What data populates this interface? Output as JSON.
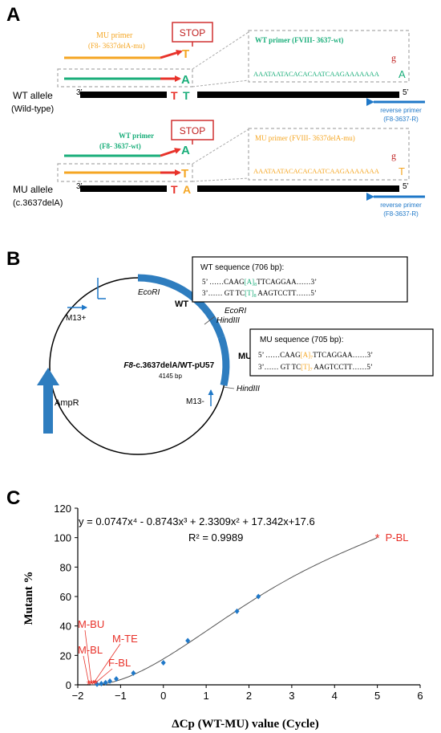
{
  "panelA": {
    "label": "A",
    "top": {
      "mu_primer_name": "MU primer",
      "mu_primer_code": "(F8- 3637delA-mu)",
      "stop": "STOP",
      "mu_primer_end": "T",
      "wt_box_title": "WT primer (FVIII- 3637-wt)",
      "wt_box_seq": "AAATAATACACACAATCAAGAAAAAAA",
      "wt_box_end": "A",
      "mismatch_g": "g",
      "wt_primer_end": "A",
      "allele_bases": [
        "T",
        "T"
      ],
      "end3": "3’",
      "end5": "5’",
      "allele_name": "WT allele",
      "allele_sub": "(Wild-type)",
      "reverse": "reverse primer",
      "reverse_code": "(F8-3637-R)"
    },
    "bottom": {
      "wt_primer_name": "WT primer",
      "wt_primer_code": "(F8- 3637-wt)",
      "stop": "STOP",
      "wt_primer_end": "A",
      "mu_box_title": "MU primer (FVIII- 3637delA-mu)",
      "mu_box_seq": "AAATAATACACACAATCAAGAAAAAAA",
      "mu_box_end": "T",
      "mismatch_g": "g",
      "mu_primer_end": "T",
      "allele_bases": [
        "T",
        "A"
      ],
      "end3": "3’",
      "end5": "5’",
      "allele_name": "MU allele",
      "allele_sub": "(c.3637delA)",
      "reverse": "reverse primer",
      "reverse_code": "(F8-3637-R)"
    }
  },
  "panelB": {
    "label": "B",
    "wt_title": "WT sequence (706 bp):",
    "wt_line1_pre": "5’ ……CAAG",
    "wt_line1_mid": "[A]",
    "wt_line1_sub": "8",
    "wt_line1_post": "TTCAGGAA……3’",
    "wt_line2_pre": "3’……  GT TC",
    "wt_line2_mid": "[T]",
    "wt_line2_sub": "8",
    "wt_line2_post": " AAGTCCTT……5’",
    "mu_title": "MU sequence (705 bp):",
    "mu_line1_pre": "5’ ……CAAG",
    "mu_line1_mid": "[A]",
    "mu_line1_sub": "7",
    "mu_line1_post": "TTCAGGAA……3’",
    "mu_line2_pre": "3’……  GT TC",
    "mu_line2_mid": "[T]",
    "mu_line2_sub": "7",
    "mu_line2_post": " AAGTCCTT……5’",
    "ecori1": "EcoRI",
    "ecori2": "EcoRI",
    "hindiii1": "HindIII",
    "hindiii2": "HindIII",
    "wt_label": "WT",
    "mu_label": "MU",
    "m13plus": "M13+",
    "m13minus": "M13-",
    "ampr": "AmpR",
    "plasmid_f8": "F8",
    "plasmid_rest": "-c.3637delA/WT-pU57",
    "plasmid_size": "4145 bp"
  },
  "panelC": {
    "label": "C",
    "equation": "y = 0.0747x⁴ - 0.8743x³ + 2.3309x² + 17.342x+17.6",
    "r2": "R² = 0.9989",
    "xlabel": "ΔCp (WT-MU) value (Cycle)",
    "ylabel": "Mutant  %",
    "point_labels": [
      "P-BL",
      "M-BU",
      "M-TE",
      "M-BL",
      "F-BL"
    ]
  },
  "colors": {
    "red": "#e8322a",
    "orange": "#f5a623",
    "green": "#1aae7a",
    "blue": "#1f78c8",
    "plasmid_blue": "#2e7dbf",
    "box_grey": "#aaaaaa"
  },
  "chart_data": {
    "type": "scatter",
    "title": "",
    "xlabel": "ΔCp (WT-MU) value (Cycle)",
    "ylabel": "Mutant  %",
    "xlim": [
      -2,
      6
    ],
    "ylim": [
      0,
      120
    ],
    "xticks": [
      -2,
      -1,
      0,
      1,
      2,
      3,
      4,
      5,
      6
    ],
    "yticks": [
      0,
      20,
      40,
      60,
      80,
      100,
      120
    ],
    "grid": false,
    "fit": {
      "type": "polynomial",
      "coefficients": [
        0.0747,
        -0.8743,
        2.3309,
        17.342,
        17.6
      ],
      "r2": 0.9989
    },
    "series": [
      {
        "name": "standards",
        "marker": "diamond",
        "color": "#1f78c8",
        "x": [
          -1.55,
          -1.45,
          -1.35,
          -1.25,
          -1.1,
          -0.7,
          0.0,
          0.57,
          1.72,
          2.22
        ],
        "y": [
          0.4,
          0.8,
          1.5,
          2.5,
          4.0,
          8.0,
          15.0,
          30.0,
          50.0,
          60.0
        ]
      },
      {
        "name": "samples",
        "marker": "asterisk",
        "color": "#e8322a",
        "x": [
          5.0,
          -1.68,
          -1.63,
          -1.74,
          -1.58
        ],
        "y": [
          100.5,
          1.0,
          1.2,
          0.8,
          1.5
        ],
        "labels": [
          "P-BL",
          "M-BU",
          "M-TE",
          "M-BL",
          "F-BL"
        ]
      }
    ]
  }
}
